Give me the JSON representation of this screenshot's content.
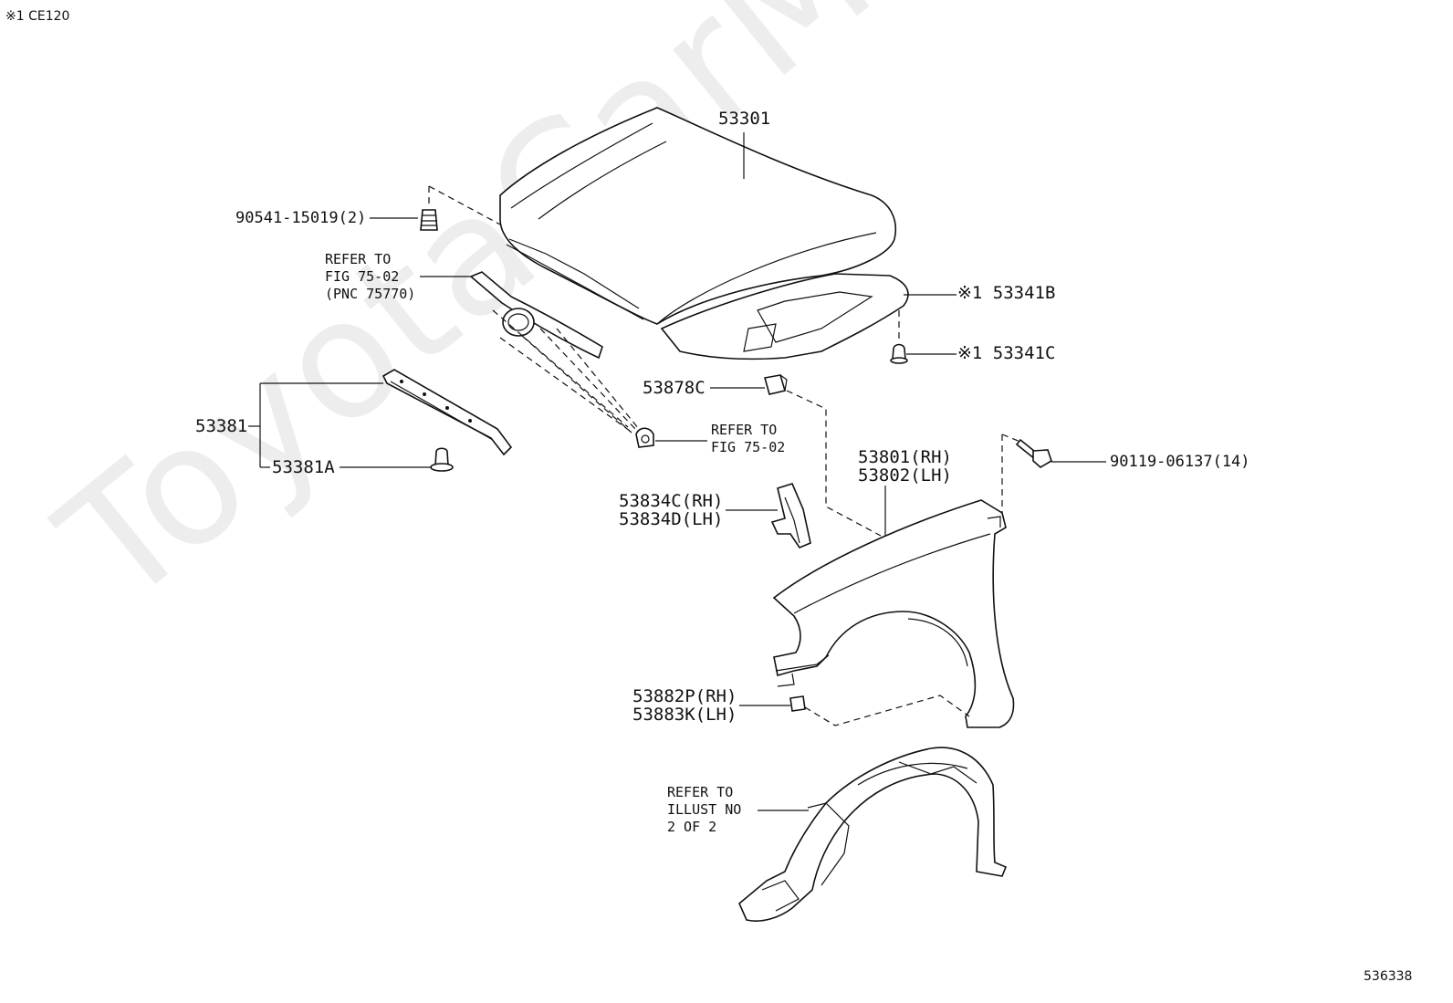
{
  "corner_label": "※1 CE120",
  "figure_number": "536338",
  "watermark": "ToyotaCarMine.ru",
  "labels": {
    "hood": "53301",
    "bumper_stop": "90541-15019(2)",
    "refer_grille": "REFER TO\nFIG 75-02\n(PNC 75770)",
    "hood_insulator": "※1 53341B",
    "insulator_clip": "※1 53341C",
    "seal_retainer": "53878C",
    "refer_clip": "REFER TO\nFIG 75-02",
    "radiator_seal": "53381",
    "seal_clip": "53381A",
    "fender_bolt": "90119-06137(14)",
    "fender": "53801(RH)\n53802(LH)",
    "fender_bracket": "53834C(RH)\n53834D(LH)",
    "fender_pad": "53882P(RH)\n53883K(LH)",
    "refer_liner": "REFER TO\nILLUST NO\n2 OF 2"
  }
}
